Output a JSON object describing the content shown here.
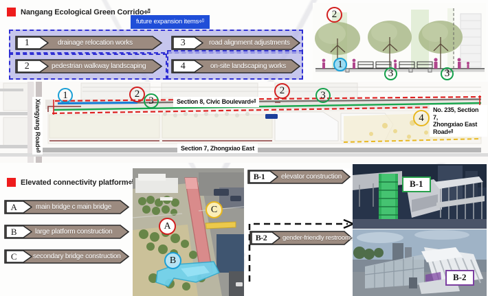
{
  "sections": {
    "green_corridor": {
      "heading": "Nangang Ecological Green Corrido⏎",
      "future_tag": "future expansion items⏎",
      "items": [
        {
          "num": "1",
          "label": "drainage relocation works"
        },
        {
          "num": "2",
          "label": "pedestrian walkway landscaping"
        },
        {
          "num": "3",
          "label": "road alignment adjustments"
        },
        {
          "num": "4",
          "label": "on-site landscaping works"
        }
      ]
    },
    "platform": {
      "heading": "Elevated connectivity platform⏎",
      "items": [
        {
          "num": "A",
          "label": "main bridge c main bridge"
        },
        {
          "num": "B",
          "label": "large platform construction"
        },
        {
          "num": "C",
          "label": "secondary bridge construction"
        }
      ],
      "sub_items": [
        {
          "num": "B-1",
          "label": "elevator construction"
        },
        {
          "num": "B-2",
          "label": "gender-friendly restrooms"
        }
      ]
    }
  },
  "map": {
    "labels": [
      {
        "text": "Section 8, Civic Boulevard⏎"
      },
      {
        "text": "Section 7, Zhongxiao East"
      },
      {
        "text": "No. 235, Section 7,\nZhongxiao East\nRoad⏎"
      }
    ],
    "road_vertical": "Xiangyang Road⏎",
    "markers": [
      {
        "num": "1",
        "color": "#1a9fd6"
      },
      {
        "num": "2",
        "color": "#d21f1f"
      },
      {
        "num": "3",
        "color": "#13a04a"
      },
      {
        "num": "2b",
        "color": "#d21f1f"
      },
      {
        "num": "3b",
        "color": "#13a04a"
      },
      {
        "num": "4",
        "color": "#e8b71f"
      }
    ]
  },
  "aerial": {
    "markers": [
      {
        "num": "A",
        "color": "#d21f1f"
      },
      {
        "num": "B",
        "color": "#1a9fd6"
      },
      {
        "num": "C",
        "color": "#e8b71f"
      }
    ]
  },
  "renders": [
    {
      "tag": "B-1",
      "border": "#27a04b"
    },
    {
      "tag": "B-2",
      "border": "#7b3fa0"
    }
  ],
  "streetscape": {
    "markers": [
      {
        "num": "2",
        "color": "#d21f1f"
      },
      {
        "num": "1",
        "color": "#1a9fd6"
      },
      {
        "num": "3",
        "color": "#13a04a"
      }
    ]
  },
  "colors": {
    "banner_body": "#9c8b80",
    "banner_stroke": "#2a2a2a",
    "dash_border": "#2f2fd4",
    "panel_fill": "#b0b0e8",
    "accent_blue": "#1f4ed8",
    "red_square": "#ee1c1c"
  }
}
